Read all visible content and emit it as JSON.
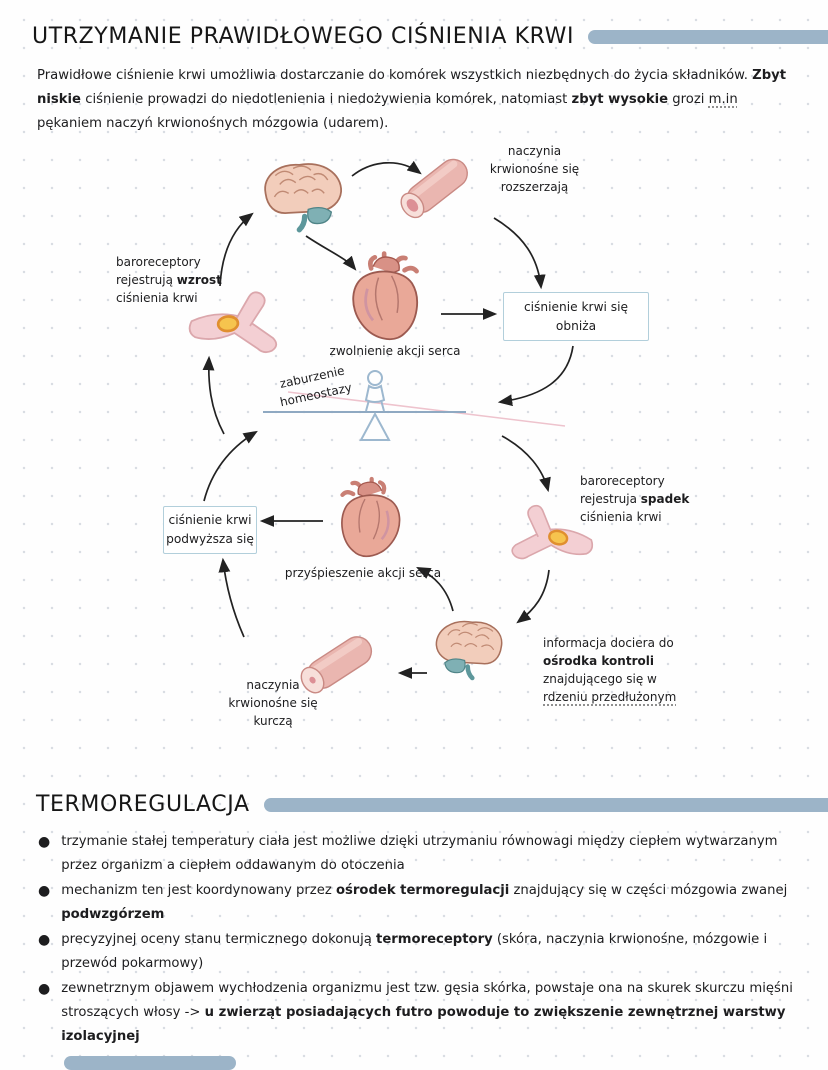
{
  "colors": {
    "accent_bar": "#9cb4c8",
    "box_border": "#b2cfdb",
    "text": "#1d1d1f",
    "arrow": "#222222",
    "balance_blue_line": "#8fa9c2",
    "balance_pink_line": "#eec3cd",
    "figure_outline": "#9db8cf",
    "baroreceptor_yellow": "#f6c44e",
    "vessel_pink": "#eab6b0"
  },
  "pressure_section": {
    "title": "UTRZYMANIE PRAWIDŁOWEGO CIŚNIENIA KRWI",
    "intro_segments": [
      {
        "t": "Prawidłowe ciśnienie krwi umożliwia dostarczanie do komórek wszystkich niezbędnych do życia składników. "
      },
      {
        "t": "Zbyt niskie",
        "b": true
      },
      {
        "t": " ciśnienie prowadzi do niedotlenienia i niedożywienia komórek, natomiast "
      },
      {
        "t": "zbyt wysokie",
        "b": true
      },
      {
        "t": " grozi "
      },
      {
        "t": "m.in",
        "u": true
      },
      {
        "t": " pękaniem naczyń krwionośnych mózgowia (udarem)."
      }
    ]
  },
  "diagram": {
    "vessels_dilate_lines": [
      [
        "naczynia"
      ],
      [
        "krwionośne się"
      ],
      [
        "rozszerzają"
      ]
    ],
    "baro_rise_lines": [
      [
        "baroreceptory"
      ],
      [
        {
          "t": "rejestrują "
        },
        {
          "t": "wzrost",
          "b": true
        }
      ],
      [
        "ciśnienia krwi"
      ]
    ],
    "pressure_lowers_lines": [
      [
        "ciśnienie krwi się"
      ],
      [
        "obniża"
      ]
    ],
    "heart_slow_label": "zwolnienie akcji serca",
    "homeostasis_lines": [
      [
        "zaburzenie"
      ],
      [
        "homeostazy"
      ]
    ],
    "baro_fall_lines": [
      [
        "baroreceptory"
      ],
      [
        {
          "t": "rejestruja "
        },
        {
          "t": "spadek",
          "b": true
        }
      ],
      [
        "ciśnienia krwi"
      ]
    ],
    "pressure_raises_lines": [
      [
        "ciśnienie krwi"
      ],
      [
        "podwyższa się"
      ]
    ],
    "heart_fast_label": "przyśpieszenie akcji serca",
    "info_lines": [
      [
        "informacja dociera do"
      ],
      [
        {
          "t": "ośrodka kontroli",
          "b": true
        }
      ],
      [
        "znajdującego się w"
      ],
      [
        {
          "t": "rdzeniu przedłużonym",
          "u": true
        }
      ]
    ],
    "vessels_constrict_lines": [
      [
        "naczynia"
      ],
      [
        "krwionośne się"
      ],
      [
        "kurczą"
      ]
    ]
  },
  "thermo_section": {
    "title": "TERMOREGULACJA",
    "bullets": [
      [
        {
          "t": "trzymanie stałej temperatury ciała jest możliwe dzięki utrzymaniu równowagi między ciepłem wytwarzanym przez organizm a ciepłem oddawanym do otoczenia"
        }
      ],
      [
        {
          "t": "mechanizm ten jest koordynowany przez "
        },
        {
          "t": "ośrodek termoregulacji",
          "b": true
        },
        {
          "t": " znajdujący się w części mózgowia zwanej "
        },
        {
          "t": "podwzgórzem",
          "b": true
        }
      ],
      [
        {
          "t": "precyzyjnej oceny stanu termicznego dokonują "
        },
        {
          "t": "termoreceptory",
          "b": true
        },
        {
          "t": " (skóra, naczynia krwionośne, mózgowie i przewód pokarmowy)"
        }
      ],
      [
        {
          "t": "zewnetrznym objawem wychłodzenia organizmu jest tzw. gęsia skórka, powstaje ona na skurek skurczu mięśni stroszących włosy -> "
        },
        {
          "t": "u zwierząt posiadających futro powoduje to zwiększenie zewnętrznej warstwy izolacyjnej",
          "b": true
        }
      ]
    ]
  }
}
